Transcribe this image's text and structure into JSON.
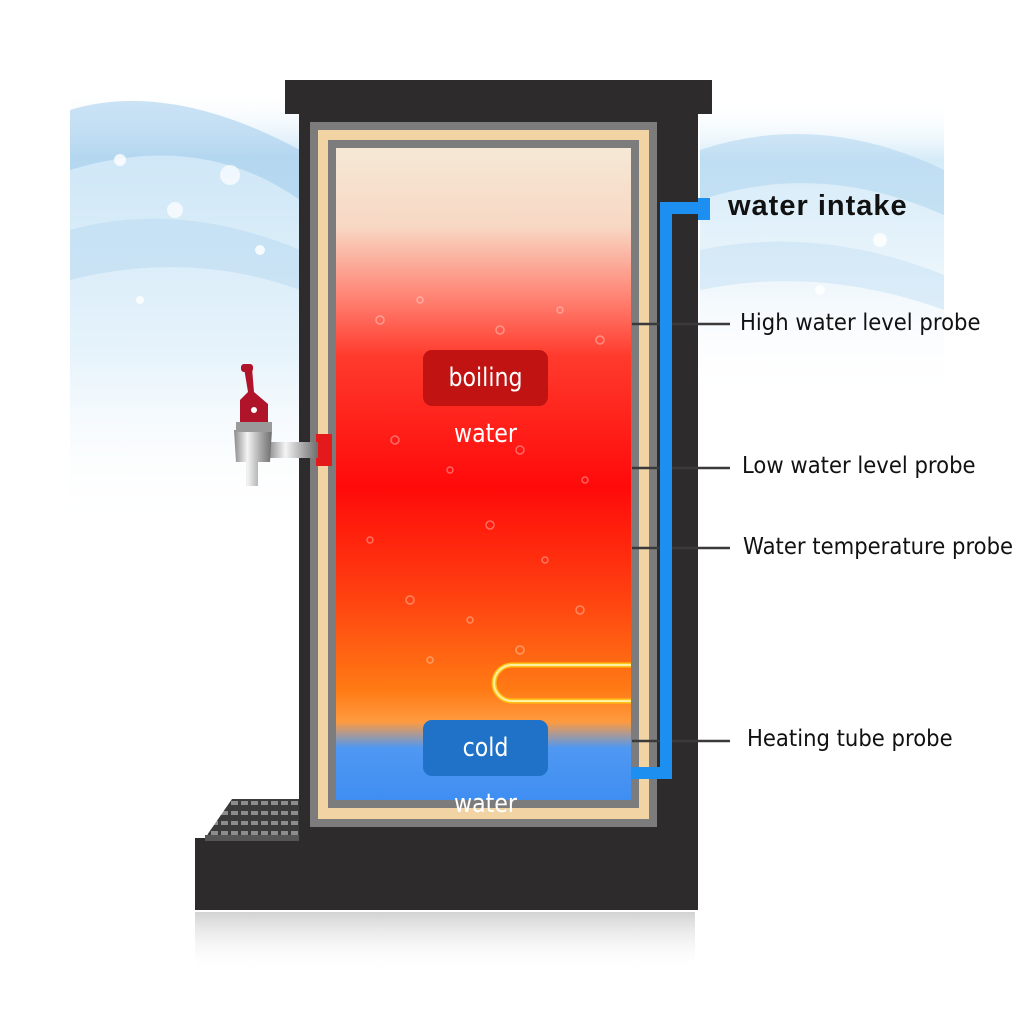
{
  "labels": {
    "water_intake": "water intake",
    "high_probe": "High water level probe",
    "low_probe": "Low water level probe",
    "temp_probe": "Water temperature probe",
    "heating_probe": "Heating tube probe",
    "boiling": "boiling water",
    "cold": "cold water"
  },
  "colors": {
    "cabinet": "#2e2b2d",
    "insulation": "#f2d3a4",
    "hot_water": "#ff0a0a",
    "warm_water": "#ff6a10",
    "cold_water": "#3f8ef2",
    "intake_pipe": "#1d8ff0",
    "tap_handle": "#b0142a",
    "heating_coil": "#ffc21a"
  }
}
